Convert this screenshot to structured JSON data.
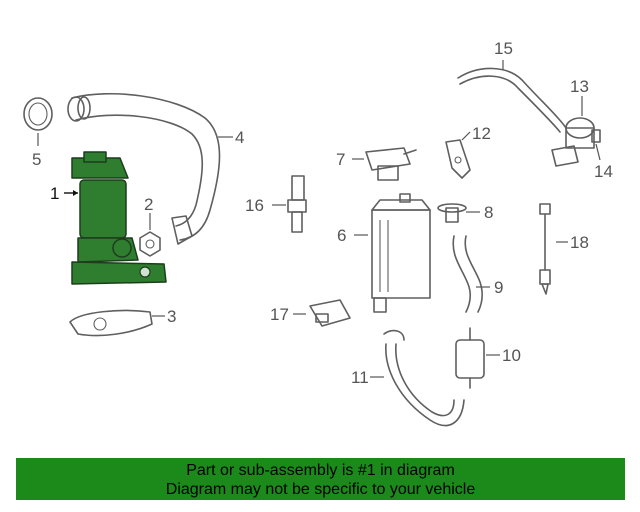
{
  "diagram": {
    "highlighted_part": "1",
    "callouts": {
      "c1": "1",
      "c2": "2",
      "c3": "3",
      "c4": "4",
      "c5": "5",
      "c6": "6",
      "c7": "7",
      "c8": "8",
      "c9": "9",
      "c10": "10",
      "c11": "11",
      "c12": "12",
      "c13": "13",
      "c14": "14",
      "c15": "15",
      "c16": "16",
      "c17": "17",
      "c18": "18"
    },
    "colors": {
      "highlight": "#2f7d2f",
      "banner": "#1b8a1b",
      "line": "#5f5f5f"
    }
  },
  "banner": {
    "line1": "Part or sub-assembly is #1 in diagram",
    "line2": "Diagram may not be specific to your vehicle"
  }
}
